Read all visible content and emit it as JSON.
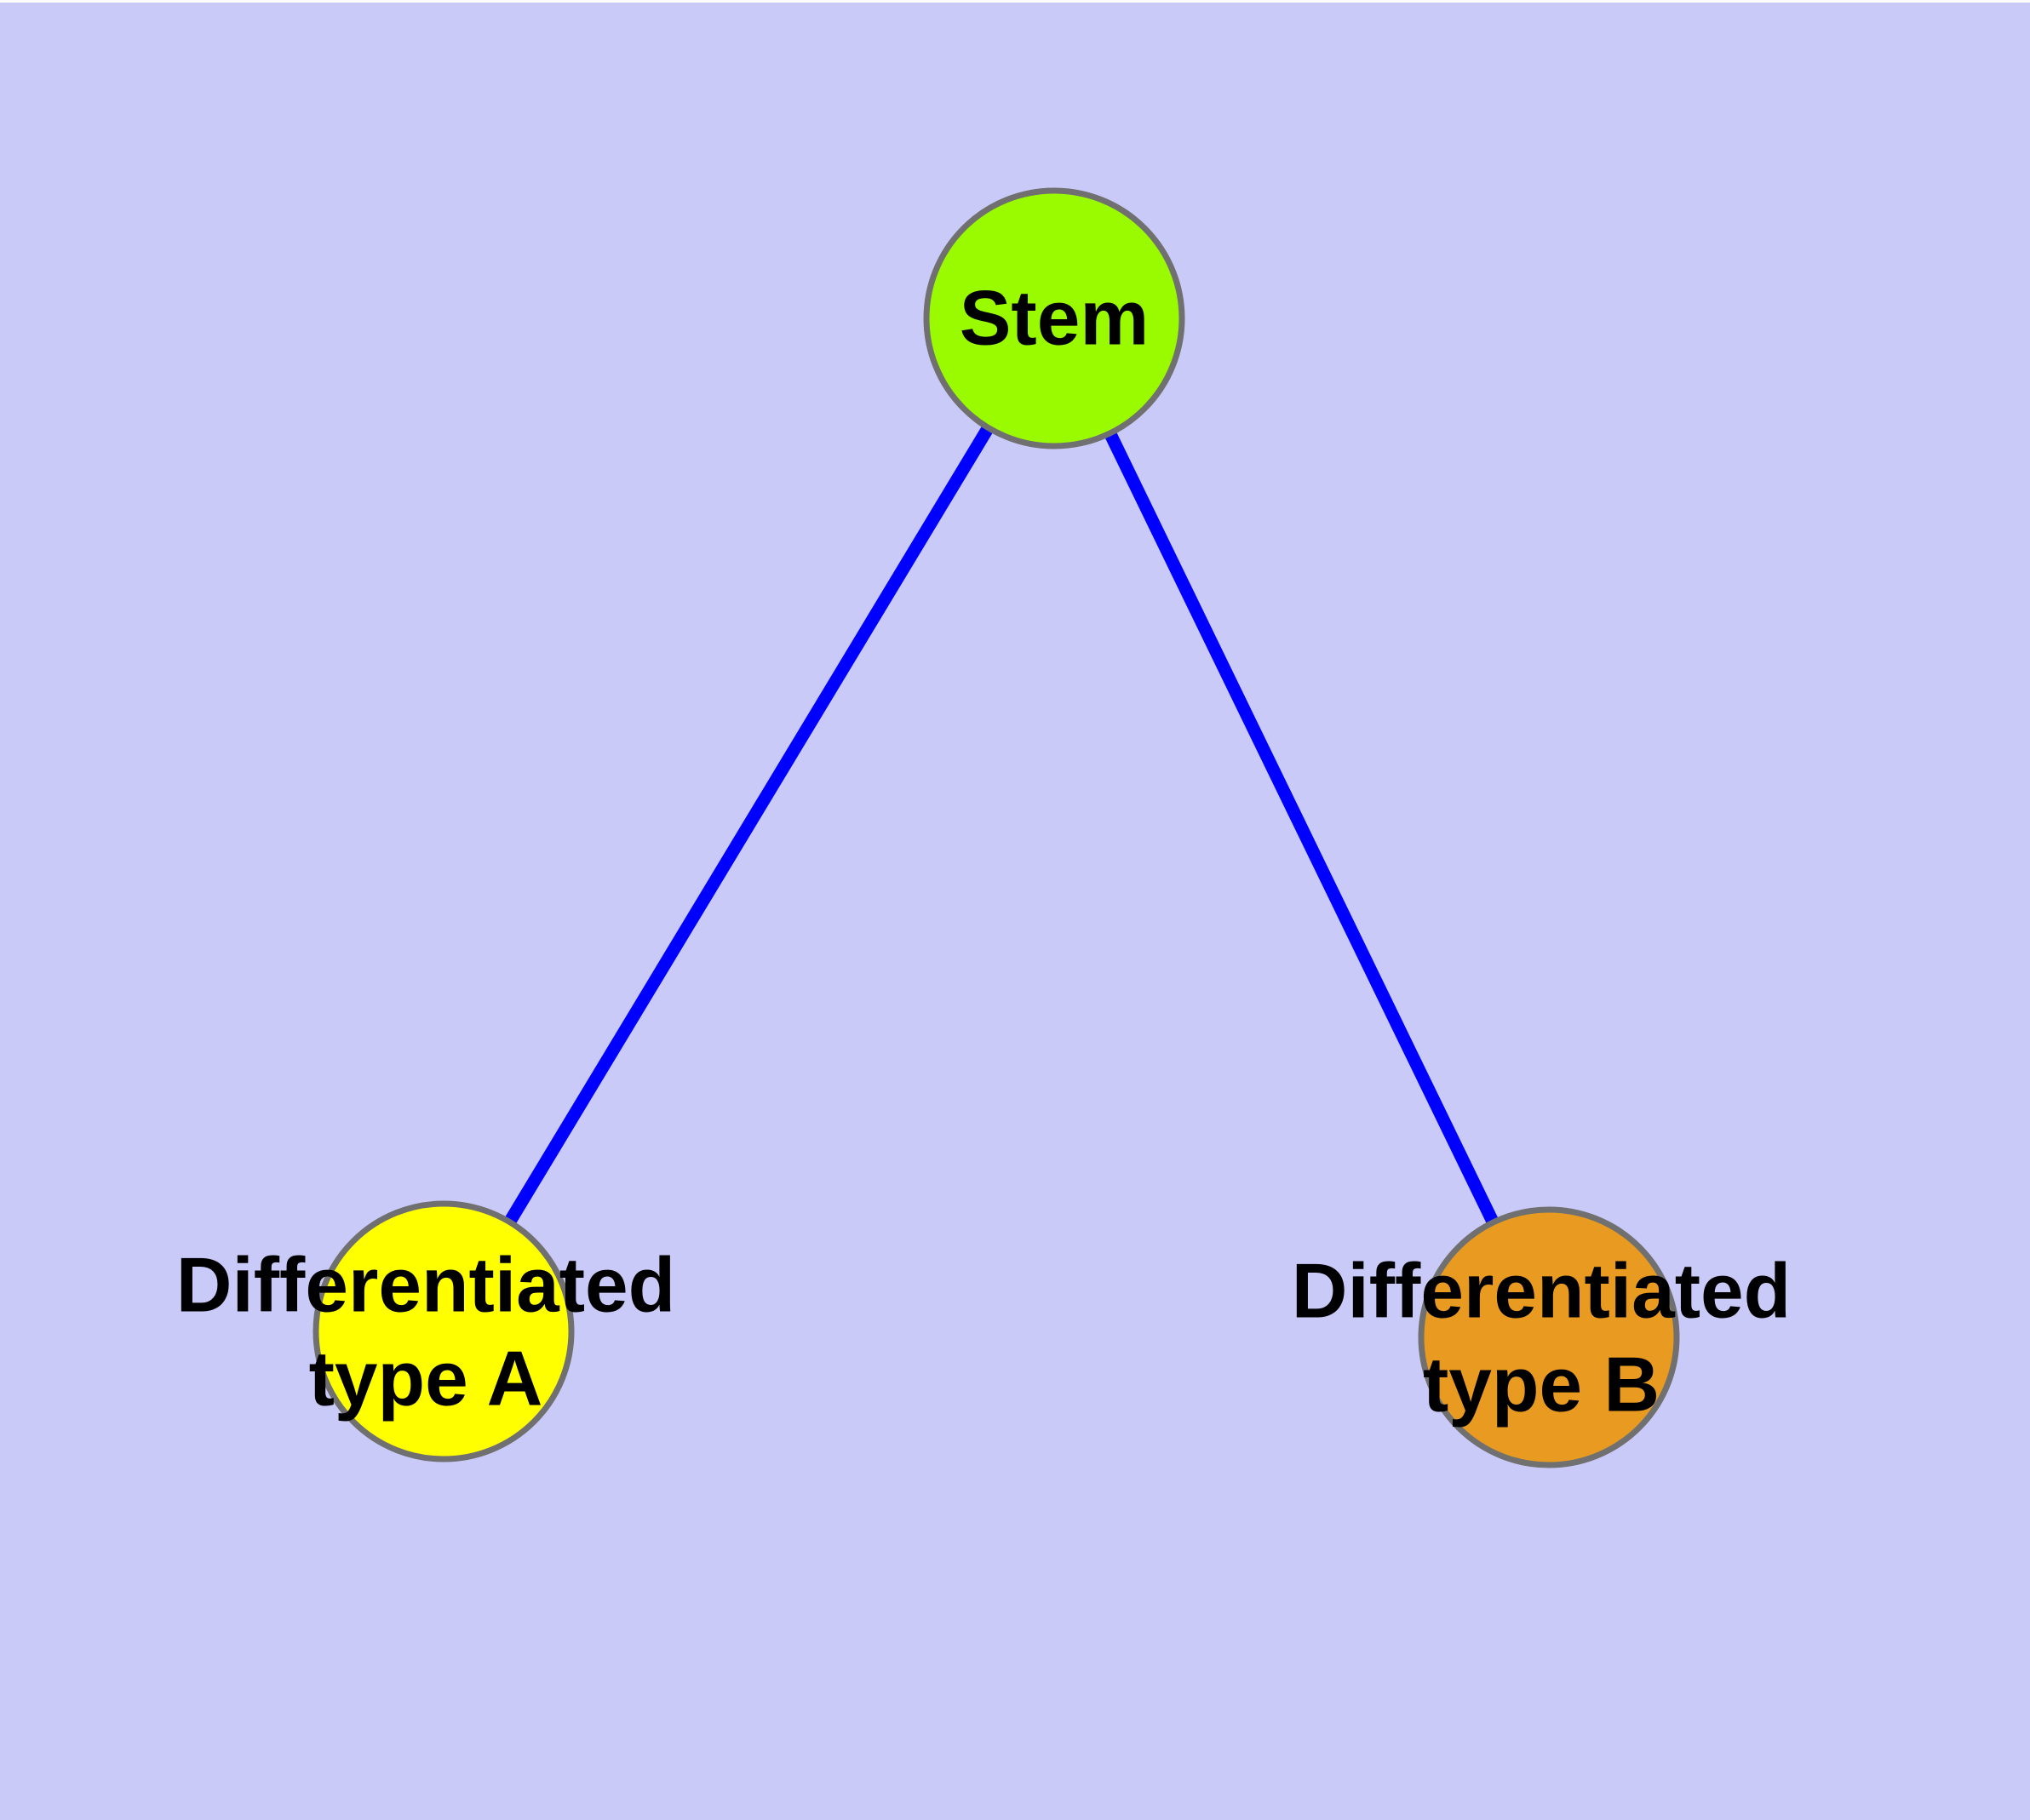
{
  "diagram": {
    "type": "node-link-graph",
    "title": "",
    "nodes": {
      "stem": {
        "label": "Stem",
        "fill": "#9AFB00"
      },
      "type_a": {
        "label_line1": "Differentiated",
        "label_line2": "type A",
        "fill": "#FFFF00"
      },
      "type_b": {
        "label_line1": "Differentiated",
        "label_line2": "type B",
        "fill": "#E89B20"
      }
    },
    "edges": [
      {
        "from": "Stem",
        "to": "Differentiated type A"
      },
      {
        "from": "Stem",
        "to": "Differentiated type B"
      }
    ],
    "colors": {
      "background": "#CACAF9",
      "top_strip": "#FFFFFF",
      "edge": "#0000FF",
      "node_border": "#707070",
      "label_text": "#000000"
    }
  }
}
